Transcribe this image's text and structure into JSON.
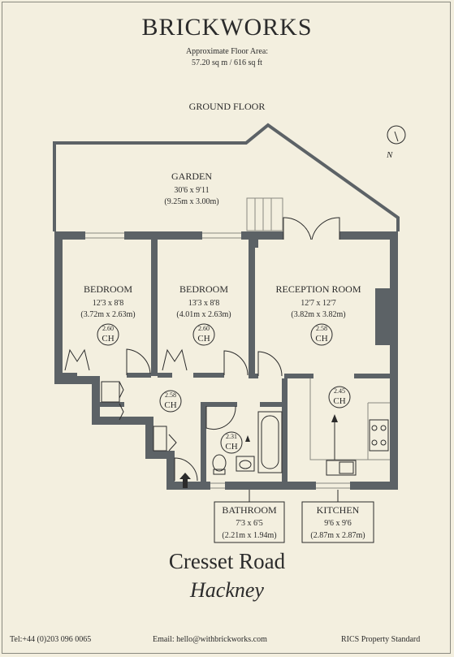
{
  "header": {
    "brand": "BRICKWORKS",
    "area_label": "Approximate Floor Area:",
    "area_value": "57.20 sq m / 616 sq ft",
    "floor": "GROUND FLOOR"
  },
  "compass": {
    "label": "N"
  },
  "rooms": {
    "garden": {
      "name": "GARDEN",
      "imperial": "30'6 x 9'11",
      "metric": "(9.25m x 3.00m)"
    },
    "bedroom1": {
      "name": "BEDROOM",
      "imperial": "12'3 x 8'8",
      "metric": "(3.72m x 2.63m)",
      "ceiling": "2.60",
      "ch": "CH"
    },
    "bedroom2": {
      "name": "BEDROOM",
      "imperial": "13'3 x 8'8",
      "metric": "(4.01m x 2.63m)",
      "ceiling": "2.60",
      "ch": "CH"
    },
    "reception": {
      "name": "RECEPTION ROOM",
      "imperial": "12'7 x 12'7",
      "metric": "(3.82m x 3.82m)",
      "ceiling": "2.58",
      "ch": "CH"
    },
    "hall": {
      "ceiling": "2.58",
      "ch": "CH"
    },
    "bathroom": {
      "name": "BATHROOM",
      "imperial": "7'3 x 6'5",
      "metric": "(2.21m x 1.94m)",
      "ceiling": "2.31",
      "ch": "CH"
    },
    "kitchen": {
      "name": "KITCHEN",
      "imperial": "9'6 x 9'6",
      "metric": "(2.87m x 2.87m)",
      "ceiling": "2.45",
      "ch": "CH"
    }
  },
  "property": {
    "street": "Cresset Road",
    "area": "Hackney"
  },
  "footer": {
    "tel": "Tel:+44 (0)203 096 0065",
    "email": "Email:  hello@withbrickworks.com",
    "standard": "RICS Property Standard"
  },
  "colors": {
    "wall": "#5c6266",
    "background": "#f3efdf",
    "line": "#8a8a80"
  }
}
